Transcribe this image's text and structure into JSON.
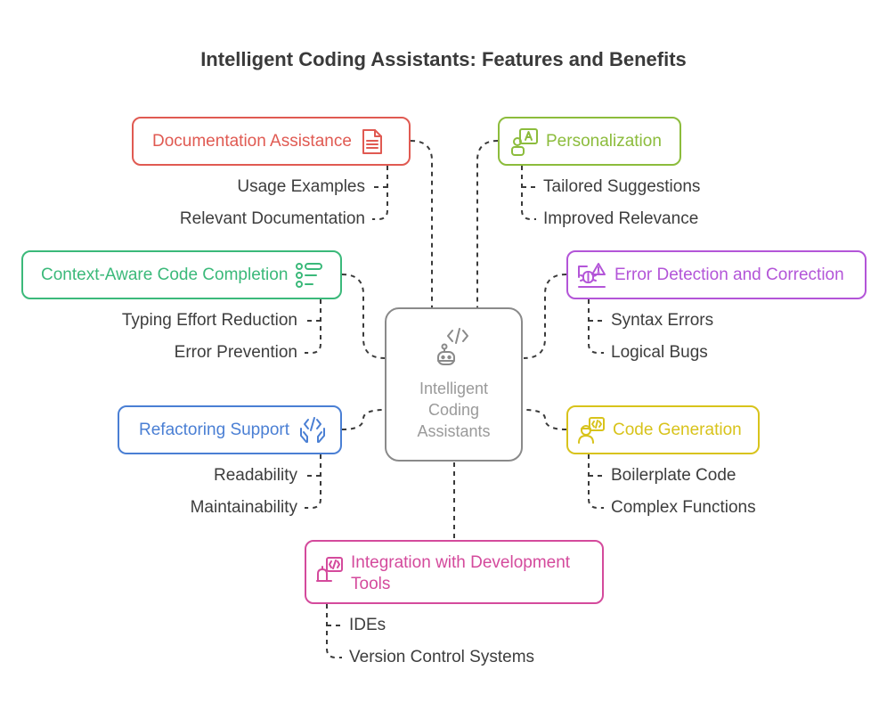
{
  "title": "Intelligent Coding Assistants: Features and Benefits",
  "center": {
    "label": "Intelligent Coding Assistants",
    "icon": "robot-code-icon",
    "color": "#8a8a8a"
  },
  "features": {
    "documentation": {
      "label": "Documentation Assistance",
      "color": "#e05a52",
      "icon": "document-icon",
      "items": [
        "Usage Examples",
        "Relevant Documentation"
      ]
    },
    "personalization": {
      "label": "Personalization",
      "color": "#8cbc3c",
      "icon": "user-settings-icon",
      "items": [
        "Tailored Suggestions",
        "Improved Relevance"
      ]
    },
    "completion": {
      "label": "Context-Aware Code Completion",
      "color": "#3bb97a",
      "icon": "list-icon",
      "items": [
        "Typing Effort Reduction",
        "Error Prevention"
      ]
    },
    "error_detection": {
      "label": "Error Detection and Correction",
      "color": "#b355d8",
      "icon": "bug-warning-icon",
      "items": [
        "Syntax Errors",
        "Logical Bugs"
      ]
    },
    "refactoring": {
      "label": "Refactoring Support",
      "color": "#4a7fd4",
      "icon": "hands-code-icon",
      "items": [
        "Readability",
        "Maintainability"
      ]
    },
    "code_generation": {
      "label": "Code Generation",
      "color": "#d8c31b",
      "icon": "developer-code-icon",
      "items": [
        "Boilerplate Code",
        "Complex Functions"
      ]
    },
    "integration": {
      "label": "Integration with Development Tools",
      "label_line1": "Integration with Development",
      "label_line2": "Tools",
      "color": "#d44a9c",
      "icon": "tools-code-icon",
      "items": [
        "IDEs",
        "Version Control Systems"
      ]
    }
  }
}
